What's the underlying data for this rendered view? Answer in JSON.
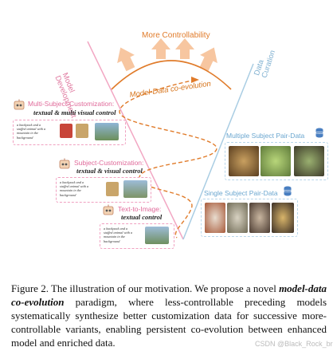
{
  "figure": {
    "top_label": "More Controllability",
    "coevolution_label": "Model-Data co-evolution",
    "left_axis_label": [
      "Model",
      "Development"
    ],
    "right_axis_label": [
      "Data",
      "Curation"
    ],
    "stages": [
      {
        "title": "Multi-Subject-Customization:",
        "subtitle": "textual & multi visual control",
        "prompt": "a backpack and a stuffed animal with a mountain in the background"
      },
      {
        "title": "Subject-Customization:",
        "subtitle": "textual & visual control",
        "prompt": "a backpack and a stuffed animal with a mountain in the background"
      },
      {
        "title": "Text-to-Image:",
        "subtitle": "textual control",
        "prompt": "a backpack and a stuffed animal with a mountain in the background"
      }
    ],
    "data_sets": [
      {
        "label": "Multiple Subject Pair-Data"
      },
      {
        "label": "Single Subject Pair-Data"
      }
    ],
    "colors": {
      "top_arrows": "#f7b98a",
      "coevolution_path": "#e07b2a",
      "model_axis": "#f2a7c3",
      "data_axis": "#a9cde3"
    }
  },
  "caption": {
    "prefix": "Figure 2. The illustration of our motivation. We propose a novel",
    "emphasis": "model-data co-evolution",
    "suffix": "paradigm, where less-controllable preceding models systematically synthesize better customization data for successive more-controllable variants, enabling persistent co-evolution between enhanced model and enriched data."
  },
  "watermark": "CSDN @Black_Rock_br"
}
